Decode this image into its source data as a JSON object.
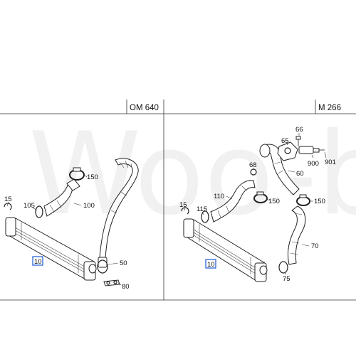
{
  "watermark": "Woo-ba",
  "panels": {
    "left": {
      "engine": "OM 640",
      "labels": {
        "p15": "15",
        "p105": "105",
        "p150": "150",
        "p100": "100",
        "p50": "50",
        "p80": "80",
        "p10": "10"
      }
    },
    "right": {
      "engine": "M 266",
      "labels": {
        "p66": "66",
        "p65": "65",
        "p900": "900",
        "p901": "901",
        "p68": "68",
        "p60": "60",
        "p110": "110",
        "p150a": "150",
        "p150b": "150",
        "p15": "15",
        "p115": "115",
        "p70": "70",
        "p75": "75",
        "p10": "10"
      }
    }
  }
}
